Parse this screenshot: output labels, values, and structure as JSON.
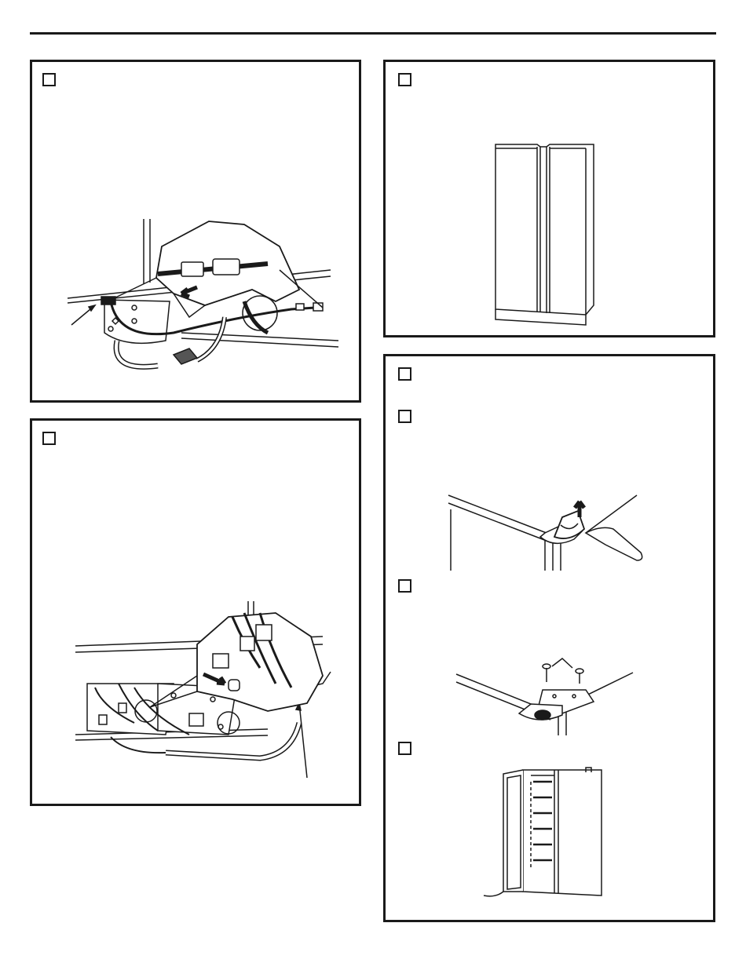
{
  "page": {
    "panels": [
      {
        "id": "disconnect-harness",
        "steps": 1
      },
      {
        "id": "feed-harness",
        "steps": 1
      },
      {
        "id": "close-doors",
        "steps": 1
      },
      {
        "id": "remove-door",
        "steps": 4
      }
    ]
  },
  "icons": {
    "harness": "wire-harness-connector-illustration",
    "fridge": "side-by-side-refrigerator-illustration",
    "hinge-cover": "top-hinge-cover-removal-illustration",
    "hinge-screws": "hinge-screws-illustration",
    "door-open": "refrigerator-door-open-illustration"
  },
  "colors": {
    "line": "#1a1a1a",
    "paper": "#ffffff"
  }
}
